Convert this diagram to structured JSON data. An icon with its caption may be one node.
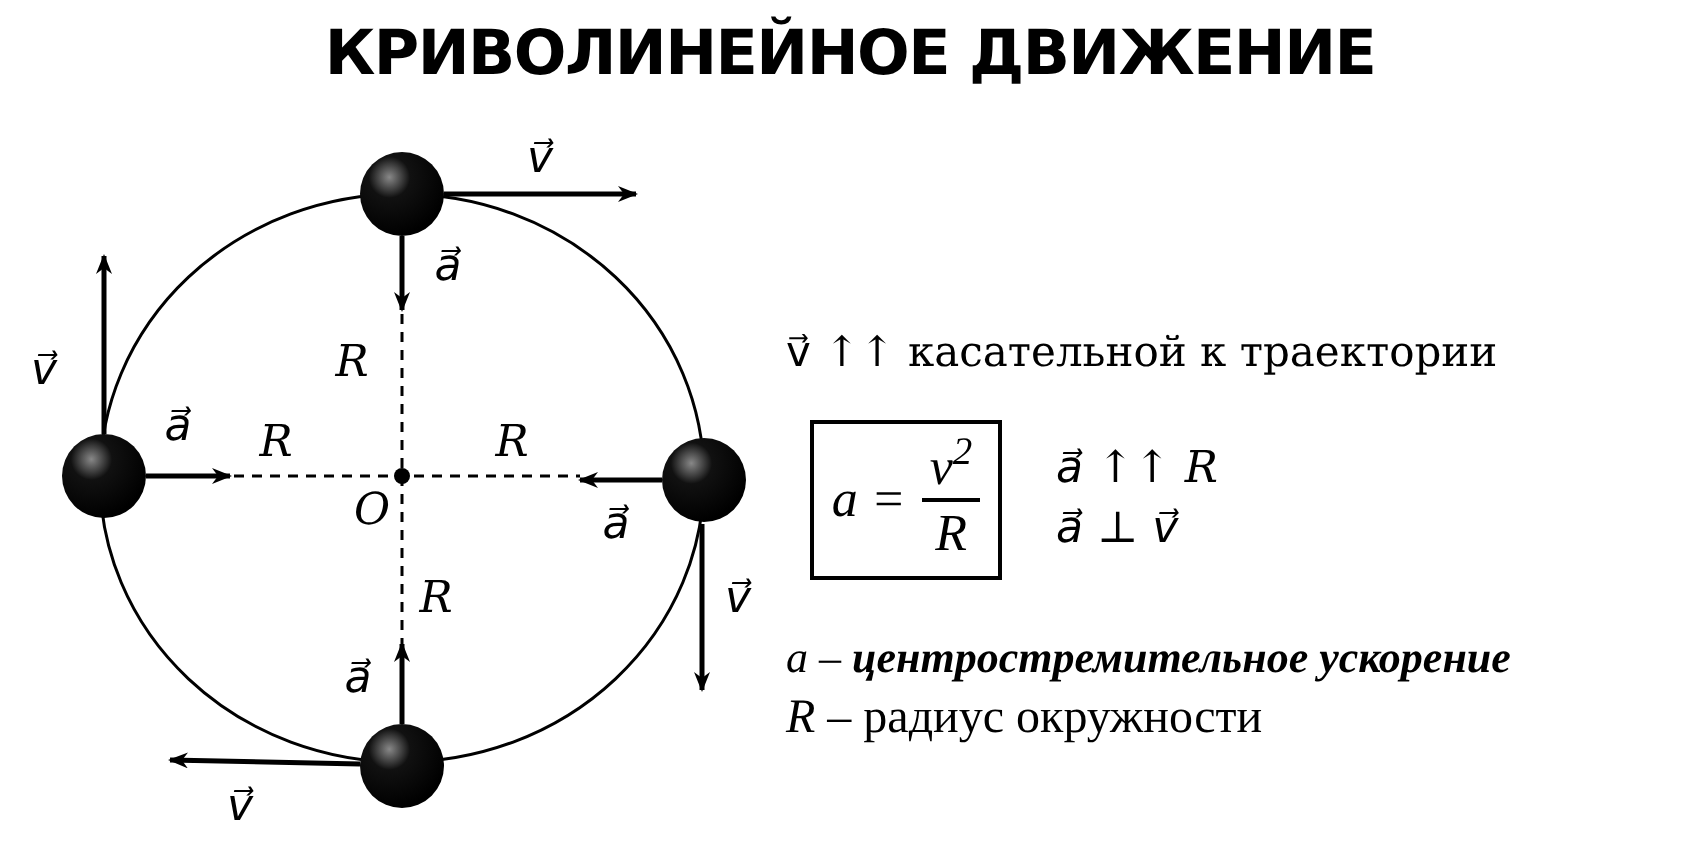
{
  "diagram": {
    "title": "КРИВОЛИНЕЙНОЕ ДВИЖЕНИЕ",
    "nodes": [
      {
        "text": [
          "a =",
          "v$^{2}$",
          "R"
        ]
      }
    ],
    "labels": [
      "v⃗",
      "a⃗",
      "v⃗",
      "R",
      "a⃗",
      "R",
      "R",
      "O",
      "a⃗",
      "R",
      "v⃗",
      "a⃗",
      "v⃗",
      "v⃗ ↑↑ касательной к траектории",
      "a⃗ ↑↑ R",
      "a⃗ ⊥ v⃗",
      "a – **центростремительное ускорение**",
      "*R* – радиус окружности"
    ]
  }
}
